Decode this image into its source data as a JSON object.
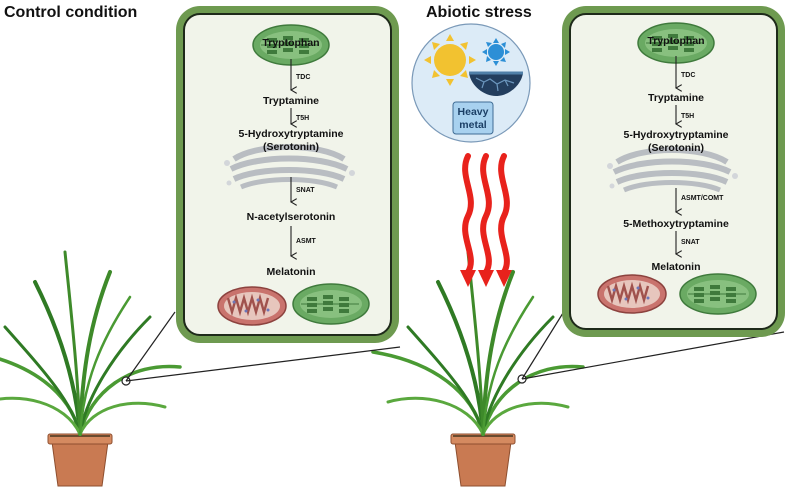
{
  "left_title": "Control condition",
  "right_title": "Abiotic stress",
  "stress": {
    "badge_line1": "Heavy",
    "badge_line2": "metal"
  },
  "control_pathway": {
    "steps": [
      "Tryptophan",
      "Tryptamine",
      "5-Hydroxytryptamine",
      "(Serotonin)",
      "N-acetylserotonin",
      "Melatonin"
    ],
    "enzymes": [
      "TDC",
      "T5H",
      "SNAT",
      "ASMT"
    ]
  },
  "stress_pathway": {
    "steps": [
      "Tryptophan",
      "Tryptamine",
      "5-Hydroxytryptamine",
      "(Serotonin)",
      "5-Methoxytryptamine",
      "Melatonin"
    ],
    "enzymes": [
      "TDC",
      "T5H",
      "ASMT/COMT",
      "SNAT"
    ]
  },
  "colors": {
    "panel_border": "#6e9a50",
    "panel_inner": "#f1f4ea",
    "arrow_red": "#e8221c",
    "sun": "#f2c230",
    "sun_blue": "#2c8fd6",
    "badge_fill": "#a8d1ef",
    "bubble_fill": "#dcebf7",
    "chloroplast": "#5f9e5b",
    "mitochondrion": "#c9736d",
    "golgi": "#d3d6da",
    "pot": "#c97a52",
    "leaf": "#3e8a2a"
  },
  "icons": [
    "sun-icon",
    "rain-sun-icon",
    "cracked-soil-icon",
    "chloroplast-icon",
    "mitochondrion-icon",
    "golgi-icon",
    "plant-icon"
  ]
}
